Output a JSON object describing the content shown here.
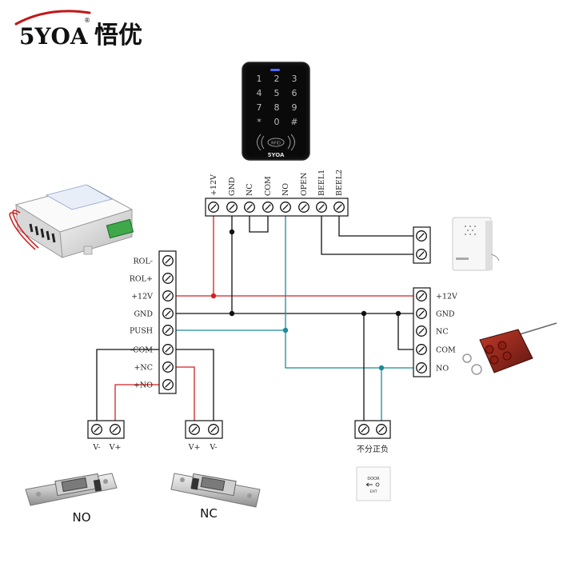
{
  "brand": {
    "name": "5YOA",
    "registered": "®",
    "chinese": "悟优"
  },
  "keypad": {
    "keys": [
      "1",
      "2",
      "3",
      "4",
      "5",
      "6",
      "7",
      "8",
      "9",
      "*",
      "0",
      "#"
    ],
    "rfid_label": "RFID",
    "brand": "5YOA"
  },
  "keypad_terminals": [
    "+12V",
    "GND",
    "NC",
    "COM",
    "NO",
    "OPEN",
    "BEEL1",
    "BEEL2"
  ],
  "power_supply_terminals": [
    "ROL-",
    "ROL+",
    "+12V",
    "GND",
    "PUSH",
    "-COM",
    "+NC",
    "+NO"
  ],
  "remote_terminals": [
    "+12V",
    "GND",
    "NC",
    "COM",
    "NO"
  ],
  "lock_no": {
    "terminals": [
      "V-",
      "V+"
    ],
    "caption": "NO"
  },
  "lock_nc": {
    "terminals": [
      "V+",
      "V-"
    ],
    "caption": "NC"
  },
  "exit_button": {
    "caption": "不分正负",
    "plate_text": "DOOR",
    "plate_sub": "EXIT"
  },
  "colors": {
    "red": "#d42020",
    "teal": "#1b8b98",
    "black": "#111111"
  }
}
